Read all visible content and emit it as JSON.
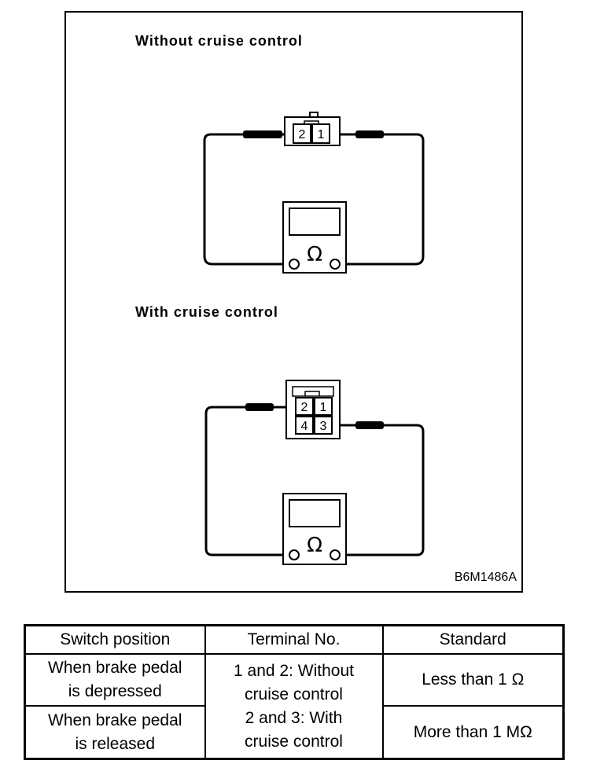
{
  "figure": {
    "sections": [
      {
        "caption": "Without cruise control",
        "terminals": [
          "2",
          "1"
        ]
      },
      {
        "caption": "With cruise control",
        "terminals": [
          "2",
          "1",
          "4",
          "3"
        ]
      }
    ],
    "meter_symbol": "Ω",
    "code": "B6M1486A"
  },
  "table": {
    "headers": [
      "Switch position",
      "Terminal No.",
      "Standard"
    ],
    "rows": [
      {
        "position": [
          "When brake pedal",
          "is depressed"
        ],
        "standard": "Less than 1 Ω"
      },
      {
        "position": [
          "When brake pedal",
          "is released"
        ],
        "standard": "More than 1 MΩ"
      }
    ],
    "terminal_note": [
      "1 and 2: Without",
      "cruise control",
      "2 and 3: With",
      "cruise control"
    ]
  },
  "icons": [
    "ohmmeter-icon",
    "connector-icon",
    "probe-icon"
  ]
}
